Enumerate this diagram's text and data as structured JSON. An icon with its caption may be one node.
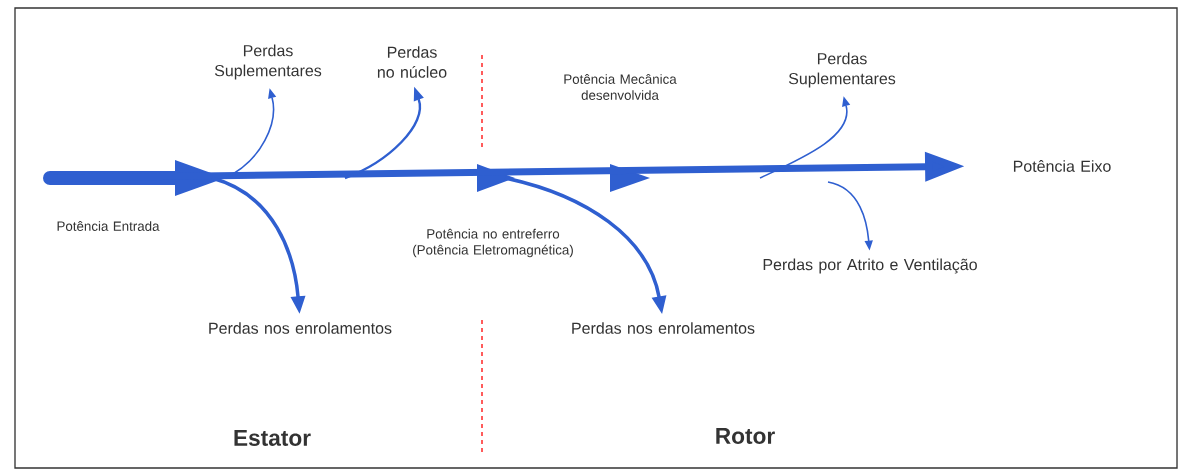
{
  "diagram": {
    "nodes": [
      {
        "text": [
          "Perdas Suplementares"
        ]
      },
      {
        "text": [
          "Perdas no núcleo"
        ]
      },
      {
        "text": [
          "Perdas Suplementares"
        ]
      },
      {
        "text": [
          "Potência Eixo"
        ]
      },
      {
        "text": [
          "Perdas por Atrito e Ventilação"
        ]
      },
      {
        "text": [
          "Perdas nos enrolamentos"
        ]
      },
      {
        "text": [
          "Perdas nos enrolamentos"
        ]
      }
    ],
    "edges": [
      {
        "from": null,
        "to": 3,
        "arrow": "to",
        "style": "thick"
      },
      {
        "from": null,
        "to": 0,
        "arrow": "to"
      },
      {
        "from": null,
        "to": 1,
        "arrow": "to"
      },
      {
        "from": null,
        "to": 5,
        "arrow": "to"
      },
      {
        "from": null,
        "to": 6,
        "arrow": "to"
      },
      {
        "from": null,
        "to": 2,
        "arrow": "to"
      },
      {
        "from": null,
        "to": 4,
        "arrow": "to"
      }
    ],
    "labels": [
      "Potência Mecânica desenvolvida",
      "Potência Entrada",
      "Potência no entreferro (Potência Eletromagnética)",
      "Estator",
      "Rotor"
    ]
  }
}
